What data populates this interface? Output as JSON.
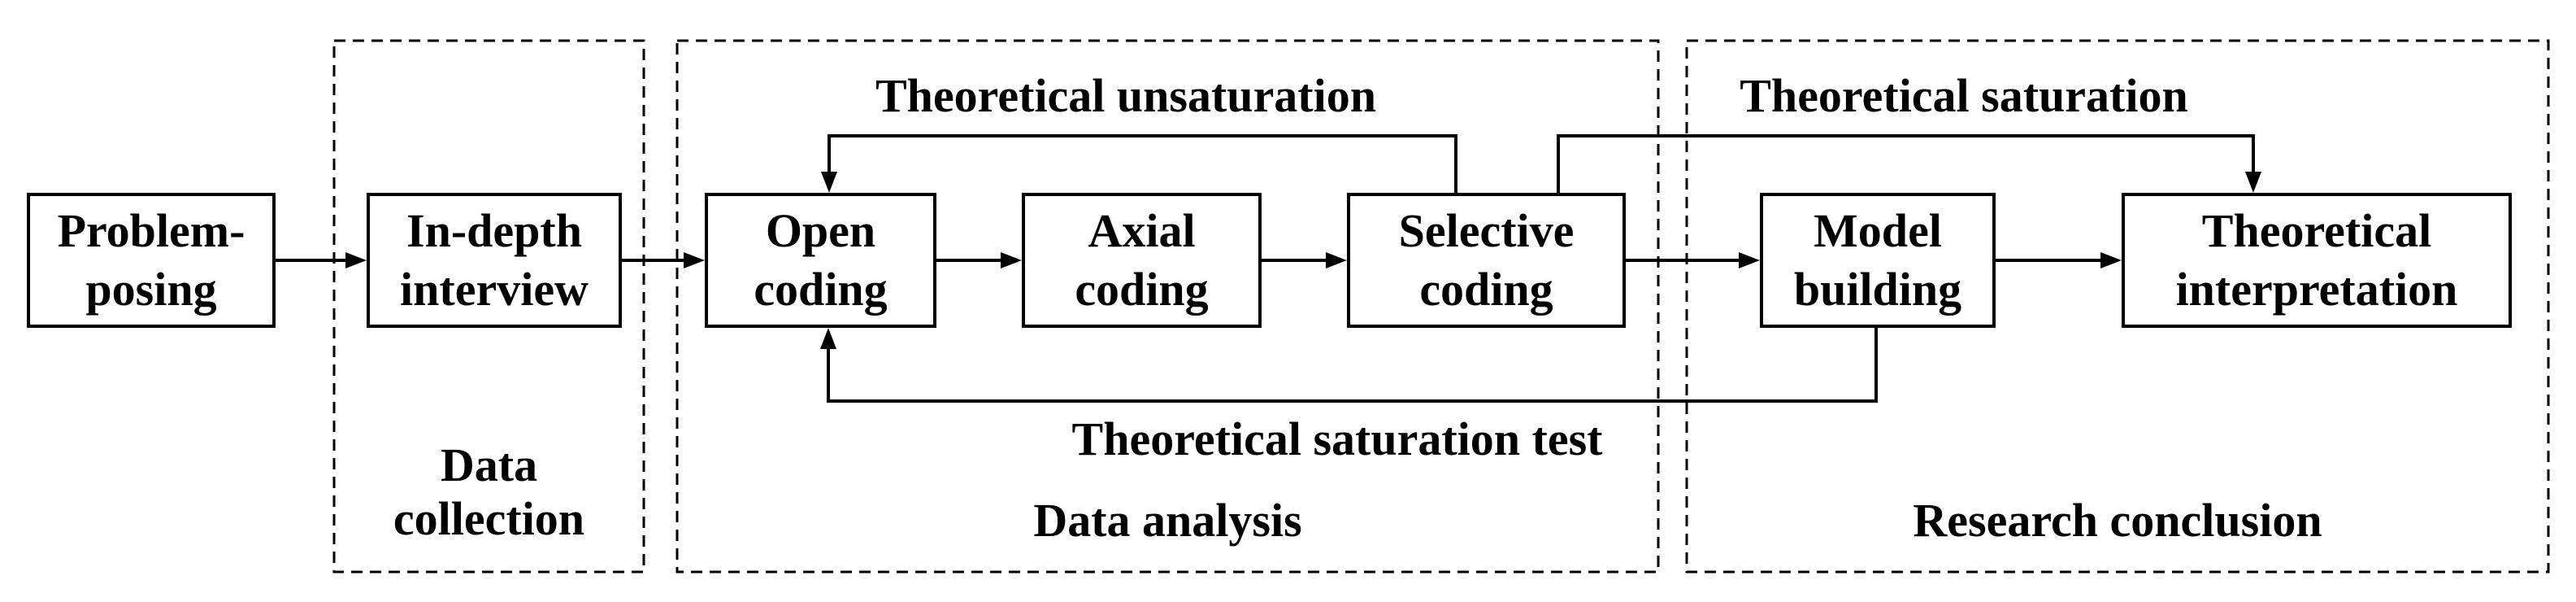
{
  "diagram": {
    "boxes": {
      "problem_posing": {
        "line1": "Problem-",
        "line2": "posing"
      },
      "in_depth_interview": {
        "line1": "In-depth",
        "line2": "interview"
      },
      "open_coding": {
        "line1": "Open",
        "line2": "coding"
      },
      "axial_coding": {
        "line1": "Axial",
        "line2": "coding"
      },
      "selective_coding": {
        "line1": "Selective",
        "line2": "coding"
      },
      "model_building": {
        "line1": "Model",
        "line2": "building"
      },
      "theoretical_interpretation": {
        "line1": "Theoretical",
        "line2": "interpretation"
      }
    },
    "regions": {
      "data_collection": {
        "line1": "Data",
        "line2": "collection"
      },
      "data_analysis": {
        "label": "Data analysis"
      },
      "research_conclusion": {
        "label": "Research conclusion"
      }
    },
    "edge_labels": {
      "theoretical_unsaturation": "Theoretical unsaturation",
      "theoretical_saturation": "Theoretical saturation",
      "theoretical_saturation_test": "Theoretical saturation test"
    },
    "colors": {
      "line": "#000000",
      "background": "#ffffff",
      "box_fill": "#ffffff"
    }
  }
}
